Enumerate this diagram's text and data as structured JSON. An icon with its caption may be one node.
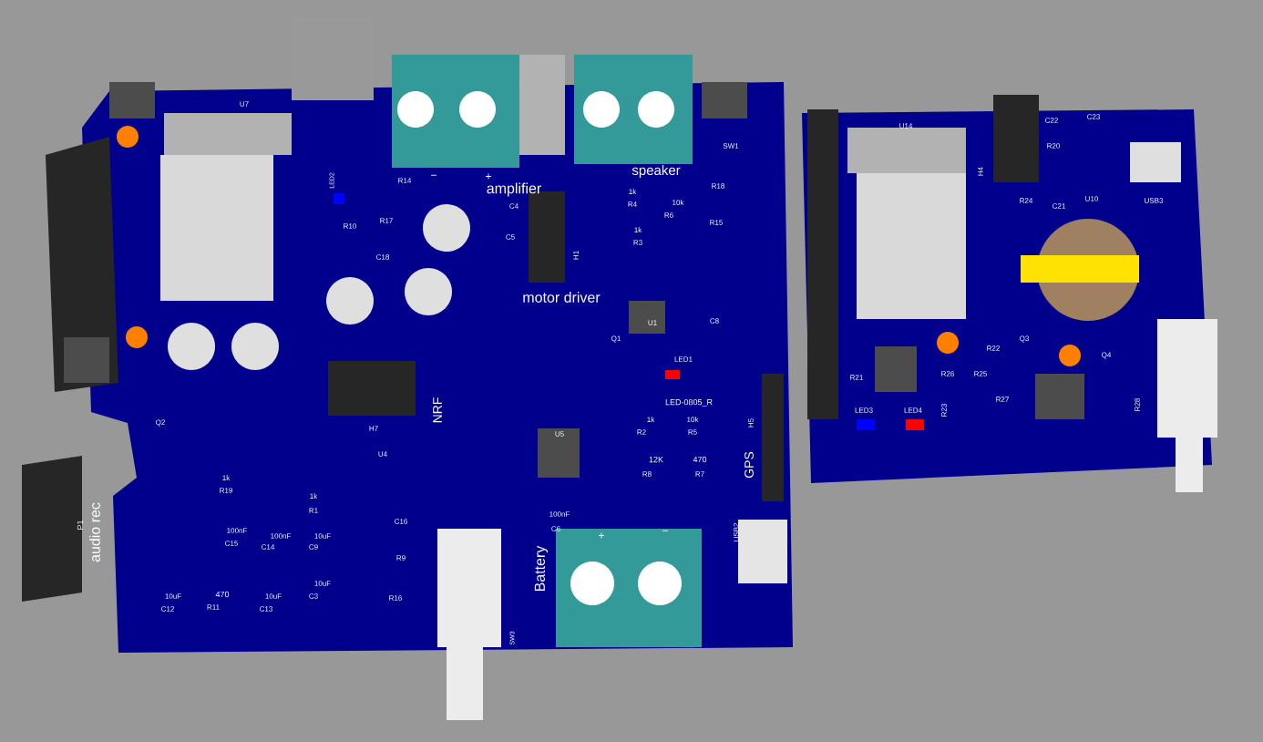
{
  "diagram": {
    "labels": [
      "U7",
      "LED2",
      "R14",
      "amplifier",
      "speaker",
      "SW1",
      "R10",
      "R17",
      "C4",
      "C5",
      "H1",
      "1k",
      "R4",
      "10k",
      "R6",
      "R18",
      "1k",
      "R3",
      "R15",
      "C18",
      "motor driver",
      "U1",
      "C8",
      "LED1",
      "Q1",
      "H7",
      "NRF",
      "LED-0805_R",
      "Q2",
      "1k",
      "R2",
      "U5",
      "10k",
      "R5",
      "12K",
      "R8",
      "470",
      "R7",
      "GPS",
      "H5",
      "U4",
      "1k",
      "R19",
      "1k",
      "R1",
      "P1",
      "audio rec",
      "100nF",
      "C15",
      "100nF",
      "C14",
      "10uF",
      "C9",
      "C16",
      "R9",
      "100nF",
      "C6",
      "USB2",
      "Battery",
      "10uF",
      "C3",
      "470",
      "R11",
      "10uF",
      "C12",
      "10uF",
      "C13",
      "R16",
      "SW3",
      "U14",
      "H4",
      "C22",
      "C23",
      "R20",
      "U10",
      "USB3",
      "R24",
      "C21",
      "R22",
      "Q3",
      "Q4",
      "R21",
      "R26",
      "R25",
      "R27",
      "R23",
      "LED3",
      "LED4",
      "R28",
      "−",
      "+",
      "+",
      "−"
    ]
  }
}
